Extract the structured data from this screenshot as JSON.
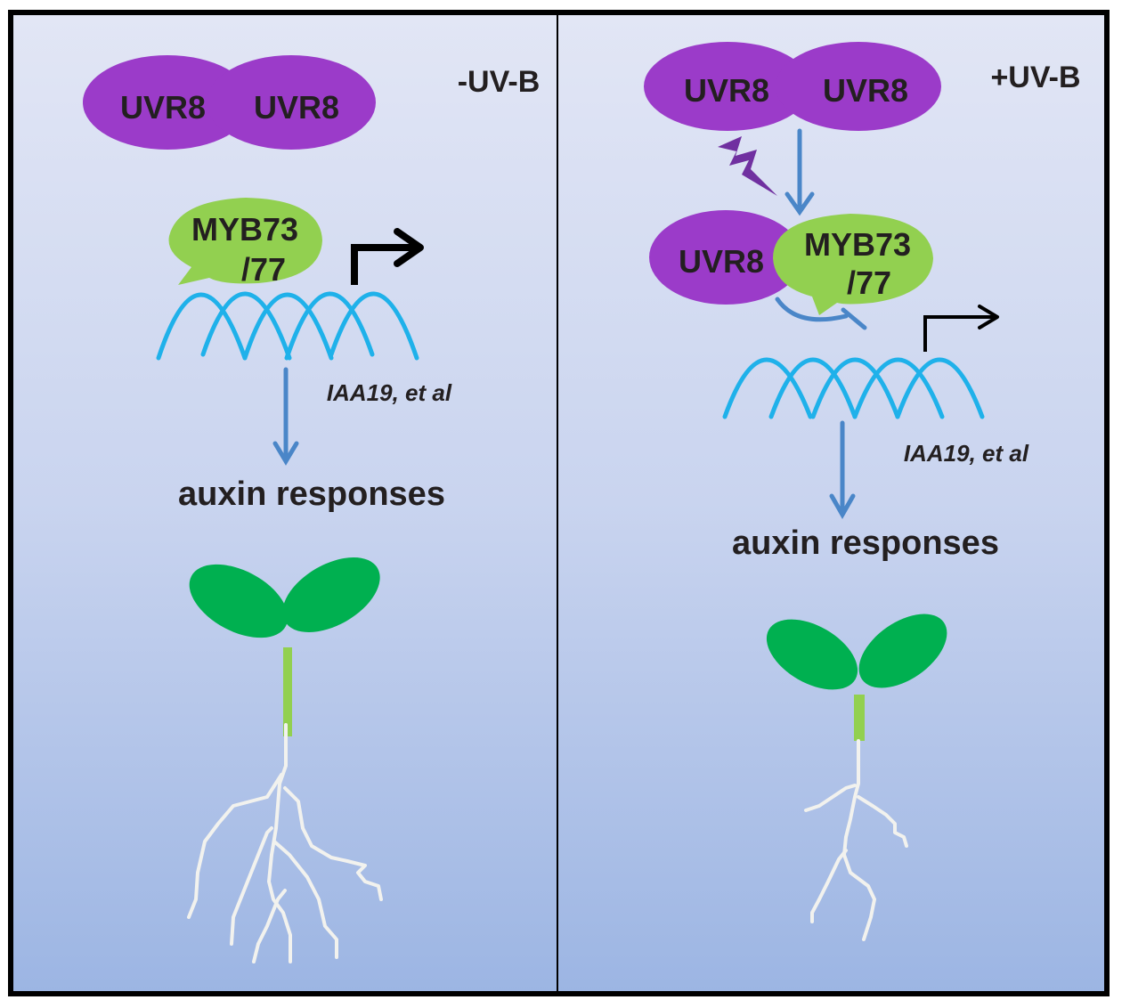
{
  "panels": [
    {
      "condition_label": "-UV-B",
      "dimer": [
        "UVR8",
        "UVR8"
      ],
      "myb_label_line1": "MYB73",
      "myb_label_line2": "/77",
      "gene_label": "IAA19, et al",
      "response_label": "auxin responses"
    },
    {
      "condition_label": "+UV-B",
      "dimer": [
        "UVR8",
        "UVR8"
      ],
      "monomer_label": "UVR8",
      "myb_label_line1": "MYB73",
      "myb_label_line2": "/77",
      "gene_label": "IAA19, et al",
      "response_label": "auxin responses"
    }
  ],
  "colors": {
    "uvr8": "#9b3bc9",
    "myb": "#92d050",
    "dna": "#1fb1ea",
    "arrow": "#4a86c8",
    "lightning": "#7030a0",
    "leaf": "#00b050",
    "stem": "#92d050",
    "root": "#f2f2ee",
    "bg_top": "#e1e5f4",
    "bg_bottom": "#9db6e3"
  }
}
